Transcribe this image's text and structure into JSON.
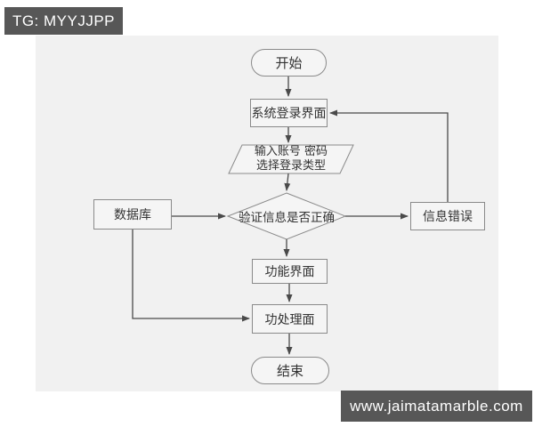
{
  "watermarks": {
    "tag": "TG: MYYJJPP",
    "url": "www.jaimatamarble.com"
  },
  "flowchart": {
    "nodes": {
      "start": {
        "label": "开始"
      },
      "login": {
        "label": "系统登录界面"
      },
      "input": {
        "line1": "输入账号 密码",
        "line2": "选择登录类型"
      },
      "verify": {
        "label": "验证信息是否正确"
      },
      "database": {
        "label": "数据库"
      },
      "error": {
        "label": "信息错误"
      },
      "function_screen": {
        "label": "功能界面"
      },
      "process_screen": {
        "label": "功处理面"
      },
      "end": {
        "label": "结束"
      }
    },
    "colors": {
      "canvas_bg": "#f1f1f1",
      "node_fill": "#f5f5f5",
      "node_border": "#8a8a8a",
      "connector": "#4a4a4a",
      "text": "#333333",
      "bar_bg": "#575757",
      "bar_text": "#ffffff"
    }
  }
}
